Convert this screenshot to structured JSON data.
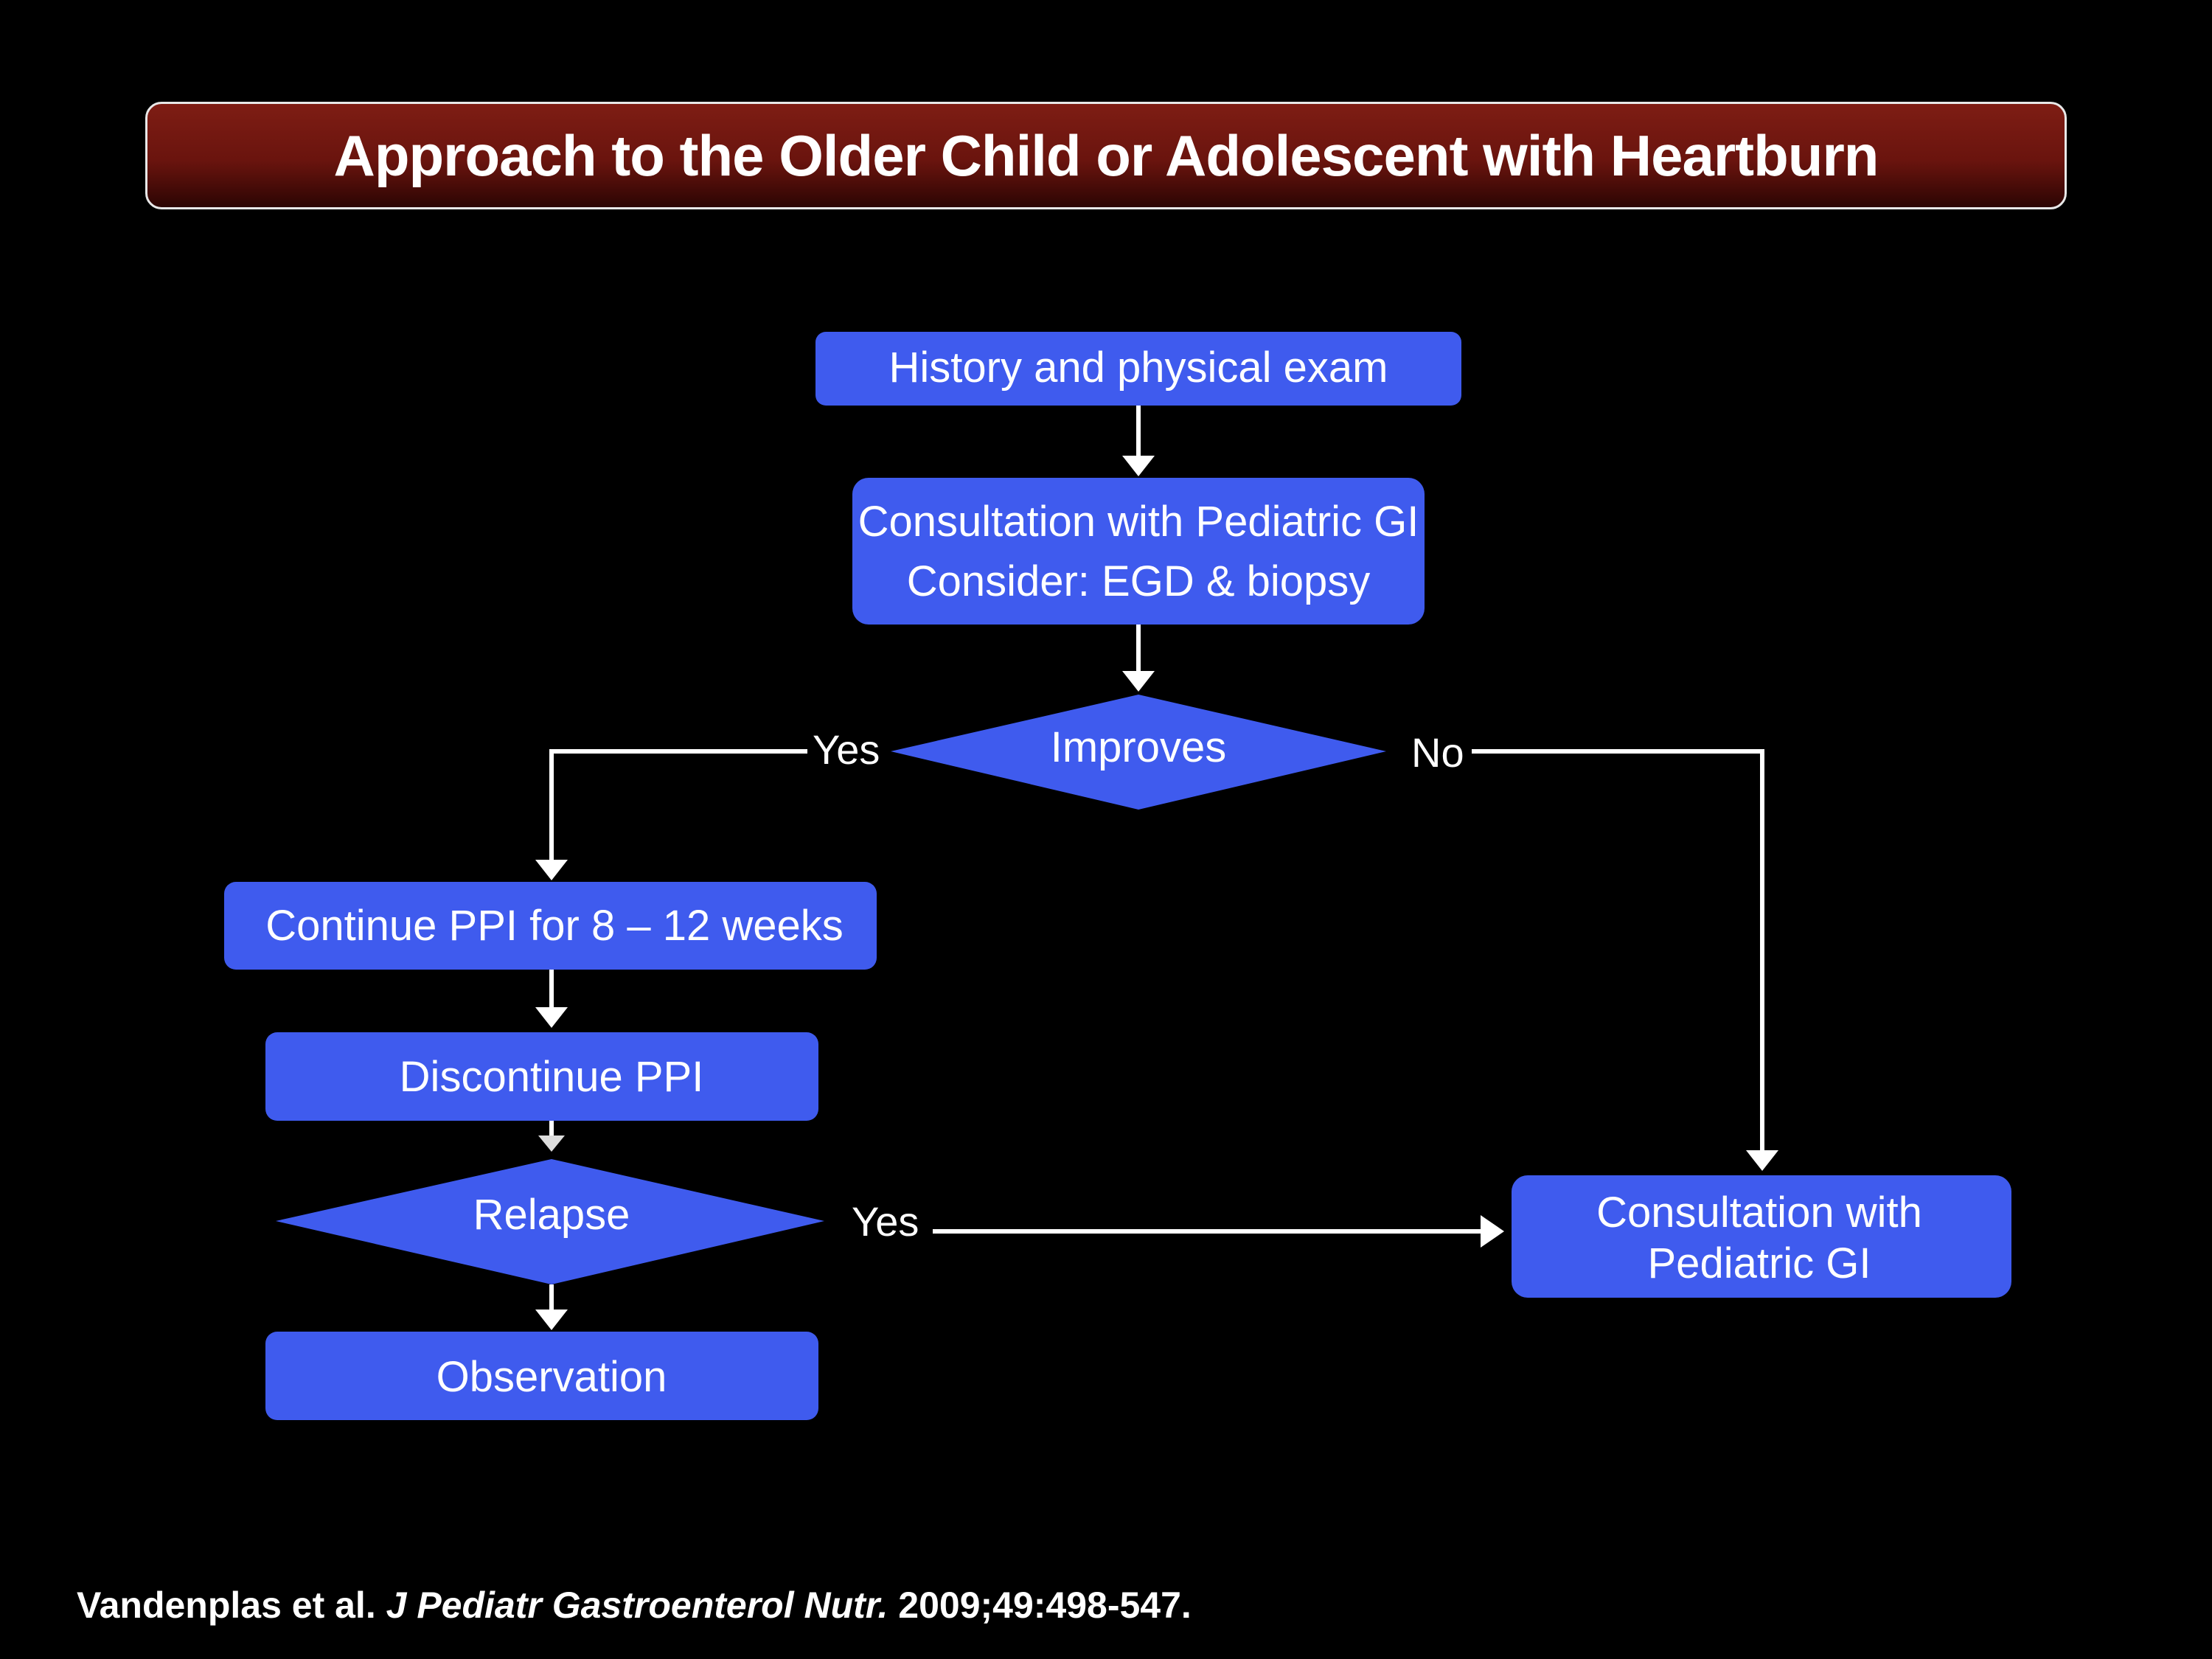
{
  "slide": {
    "title": "Approach to the Older Child or Adolescent with Heartburn"
  },
  "colors": {
    "node_fill": "#3f5bee",
    "title_bar": "#6e150f",
    "connector": "#ffffff",
    "background": "#000000"
  },
  "nodes": {
    "history": {
      "lines": [
        "History and physical exam"
      ]
    },
    "consult_gi": {
      "lines": [
        "Consultation with Pediatric GI",
        "Consider: EGD & biopsy"
      ]
    },
    "improves": {
      "lines": [
        "Improves"
      ]
    },
    "continue_ppi": {
      "lines": [
        "Continue PPI for 8 – 12 weeks"
      ]
    },
    "discontinue_ppi": {
      "lines": [
        "Discontinue PPI"
      ]
    },
    "relapse": {
      "lines": [
        "Relapse"
      ]
    },
    "observation": {
      "lines": [
        "Observation"
      ]
    },
    "consult_gi_right": {
      "lines": [
        "Consultation with",
        "Pediatric GI"
      ]
    }
  },
  "edge_labels": {
    "improves_yes": "Yes",
    "improves_no": "No",
    "relapse_yes": "Yes"
  },
  "citation": {
    "authors": "Vandenplas et al.",
    "journal": "J Pediatr Gastroenterol Nutr.",
    "details": "2009;49:498-547."
  }
}
